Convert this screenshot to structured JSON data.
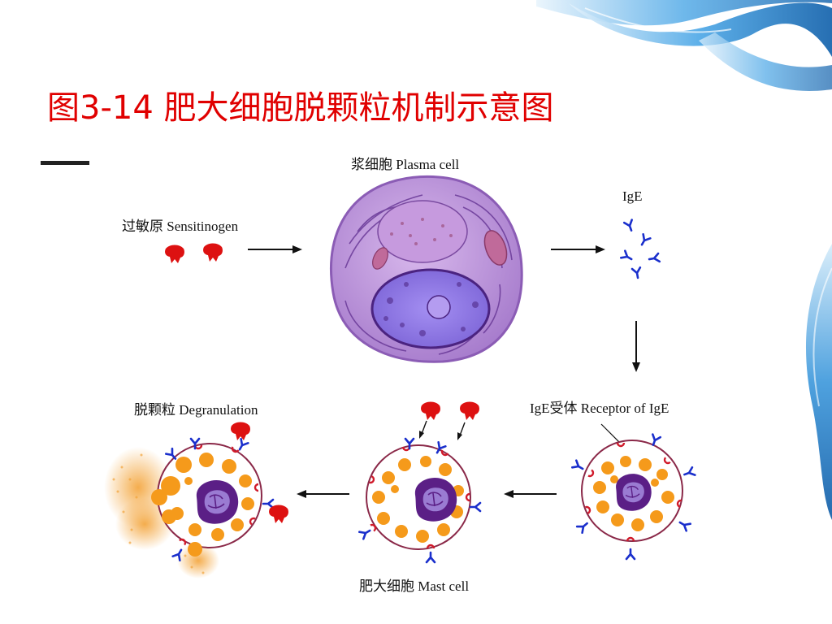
{
  "slide": {
    "title": "图3-14 肥大细胞脱颗粒机制示意图"
  },
  "diagram": {
    "labels": {
      "plasma_cell": "浆细胞  Plasma cell",
      "ige": "IgE",
      "sensitinogen": "过敏原  Sensitinogen",
      "ige_receptor": "IgE受体  Receptor of IgE",
      "degranulation": "脱颗粒  Degranulation",
      "mast_cell": "肥大细胞  Mast cell"
    }
  },
  "colors": {
    "title": "#e00000",
    "antigen": "#dd1111",
    "ige": "#1a2fcc",
    "granule": "#f59a1b",
    "nucleus": "#6a2a8a",
    "membrane": "#8a2848",
    "plasma_cell": "#b78fd8",
    "swirl": "#2f8fd6"
  }
}
